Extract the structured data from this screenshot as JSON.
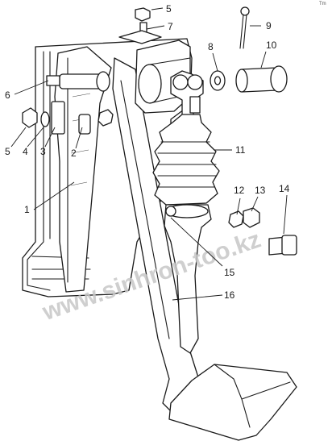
{
  "diagram": {
    "labels": [
      "1",
      "2",
      "3",
      "4",
      "5",
      "5",
      "6",
      "7",
      "8",
      "9",
      "10",
      "11",
      "12",
      "13",
      "14",
      "15",
      "16"
    ],
    "watermark": "www.sinhron-too.kz",
    "corner_mark": "Tm"
  }
}
